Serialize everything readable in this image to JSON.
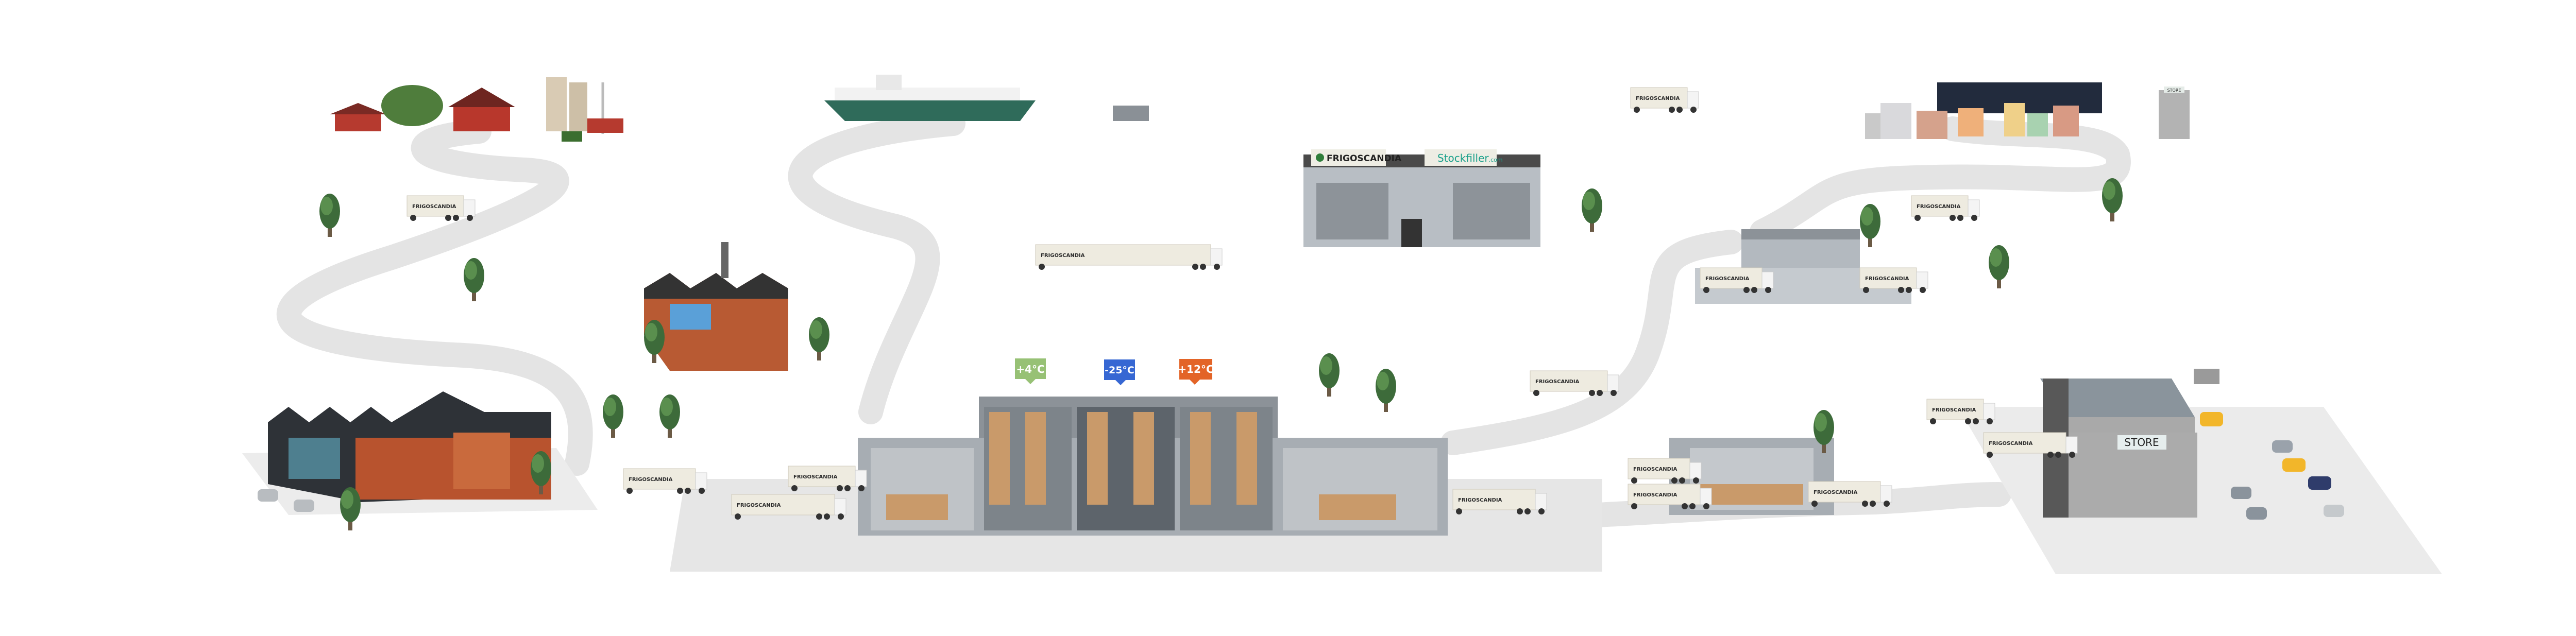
{
  "brand": {
    "company": "FRIGOSCANDIA",
    "partner": "Stockfiller",
    "partner_suffix": ".com",
    "brand_color": "#2e7d3a",
    "partner_color": "#1aa08a"
  },
  "warehouse": {
    "zones": [
      {
        "label": "+4°C",
        "color": "#97c175"
      },
      {
        "label": "-25°C",
        "color": "#3667d3"
      },
      {
        "label": "+12°C",
        "color": "#e36427"
      }
    ]
  },
  "store": {
    "sign": "STORE"
  },
  "city": {
    "shop_sign": "STORE"
  },
  "truck_label": "FRIGOSCANDIA"
}
